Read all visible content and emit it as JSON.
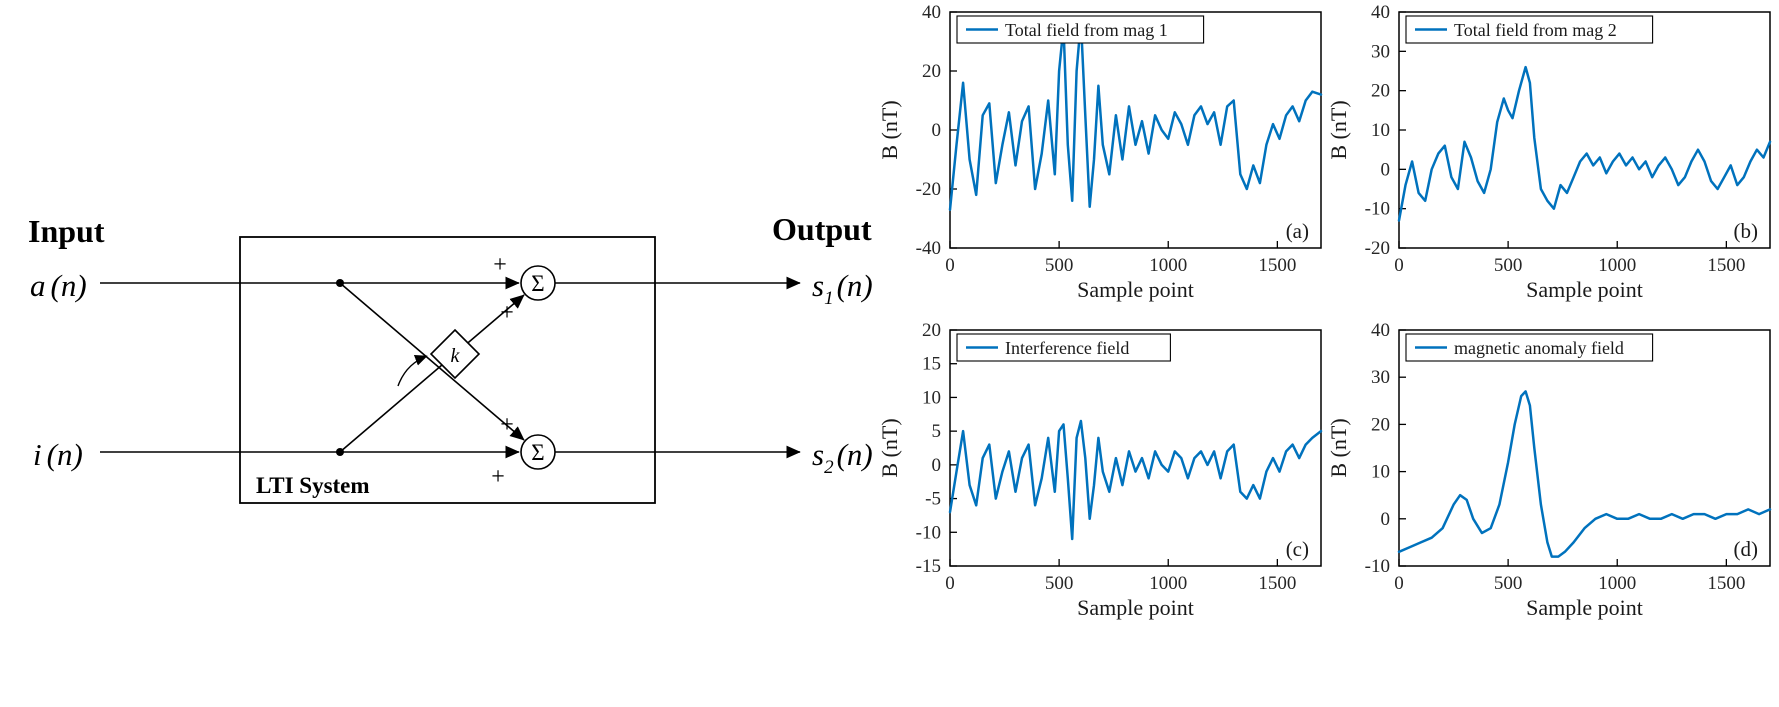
{
  "figure": {
    "background": "#ffffff"
  },
  "diagram": {
    "input_label": "Input",
    "output_label": "Output",
    "box_label": "LTI System",
    "gain_label": "k",
    "sum_symbol": "Σ",
    "plus_sign": "+",
    "inputs": [
      {
        "name": "a",
        "paren": "(n)"
      },
      {
        "name": "i",
        "paren": "(n)"
      }
    ],
    "outputs": [
      {
        "base": "s",
        "sub": "1",
        "paren": "(n)"
      },
      {
        "base": "s",
        "sub": "2",
        "paren": "(n)"
      }
    ]
  },
  "chart_style": {
    "line_color": "#0072BD",
    "axis_color": "#000000",
    "tick_label_color": "#262626"
  },
  "chart_data": [
    {
      "id": "a",
      "type": "line",
      "legend": "Total field from mag 1",
      "corner_label": "(a)",
      "xlabel": "Sample point",
      "ylabel": "B (nT)",
      "xlim": [
        0,
        1700
      ],
      "ylim": [
        -40,
        40
      ],
      "xticks": [
        0,
        500,
        1000,
        1500
      ],
      "yticks": [
        -40,
        -20,
        0,
        20,
        40
      ],
      "x": [
        0,
        30,
        60,
        90,
        120,
        150,
        180,
        210,
        240,
        270,
        300,
        330,
        360,
        390,
        420,
        450,
        480,
        500,
        520,
        540,
        560,
        580,
        600,
        620,
        640,
        660,
        680,
        700,
        730,
        760,
        790,
        820,
        850,
        880,
        910,
        940,
        970,
        1000,
        1030,
        1060,
        1090,
        1120,
        1150,
        1180,
        1210,
        1240,
        1270,
        1300,
        1330,
        1360,
        1390,
        1420,
        1450,
        1480,
        1510,
        1540,
        1570,
        1600,
        1630,
        1660,
        1700
      ],
      "y": [
        -27,
        -5,
        16,
        -10,
        -22,
        5,
        9,
        -18,
        -5,
        6,
        -12,
        3,
        8,
        -20,
        -8,
        10,
        -15,
        20,
        35,
        -5,
        -24,
        20,
        37,
        5,
        -26,
        -10,
        15,
        -5,
        -15,
        5,
        -10,
        8,
        -5,
        3,
        -8,
        5,
        0,
        -3,
        6,
        2,
        -5,
        5,
        8,
        2,
        6,
        -5,
        8,
        10,
        -15,
        -20,
        -12,
        -18,
        -5,
        2,
        -3,
        5,
        8,
        3,
        10,
        13,
        12
      ]
    },
    {
      "id": "b",
      "type": "line",
      "legend": "Total field from mag 2",
      "corner_label": "(b)",
      "xlabel": "Sample point",
      "ylabel": "B (nT)",
      "xlim": [
        0,
        1700
      ],
      "ylim": [
        -20,
        40
      ],
      "xticks": [
        0,
        500,
        1000,
        1500
      ],
      "yticks": [
        -20,
        -10,
        0,
        10,
        20,
        30,
        40
      ],
      "x": [
        0,
        30,
        60,
        90,
        120,
        150,
        180,
        210,
        240,
        270,
        300,
        330,
        360,
        390,
        420,
        450,
        480,
        500,
        520,
        550,
        580,
        600,
        620,
        650,
        680,
        710,
        740,
        770,
        800,
        830,
        860,
        890,
        920,
        950,
        980,
        1010,
        1040,
        1070,
        1100,
        1130,
        1160,
        1190,
        1220,
        1250,
        1280,
        1310,
        1340,
        1370,
        1400,
        1430,
        1460,
        1490,
        1520,
        1550,
        1580,
        1610,
        1640,
        1670,
        1700
      ],
      "y": [
        -13,
        -4,
        2,
        -6,
        -8,
        0,
        4,
        6,
        -2,
        -5,
        7,
        3,
        -3,
        -6,
        0,
        12,
        18,
        15,
        13,
        20,
        26,
        22,
        8,
        -5,
        -8,
        -10,
        -4,
        -6,
        -2,
        2,
        4,
        1,
        3,
        -1,
        2,
        4,
        1,
        3,
        0,
        2,
        -2,
        1,
        3,
        0,
        -4,
        -2,
        2,
        5,
        2,
        -3,
        -5,
        -2,
        1,
        -4,
        -2,
        2,
        5,
        3,
        7
      ]
    },
    {
      "id": "c",
      "type": "line",
      "legend": "Interference field",
      "corner_label": "(c)",
      "xlabel": "Sample point",
      "ylabel": "B (nT)",
      "xlim": [
        0,
        1700
      ],
      "ylim": [
        -15,
        20
      ],
      "xticks": [
        0,
        500,
        1000,
        1500
      ],
      "yticks": [
        -15,
        -10,
        -5,
        0,
        5,
        10,
        15,
        20
      ],
      "x": [
        0,
        30,
        60,
        90,
        120,
        150,
        180,
        210,
        240,
        270,
        300,
        330,
        360,
        390,
        420,
        450,
        480,
        500,
        520,
        540,
        560,
        580,
        600,
        620,
        640,
        660,
        680,
        700,
        730,
        760,
        790,
        820,
        850,
        880,
        910,
        940,
        970,
        1000,
        1030,
        1060,
        1090,
        1120,
        1150,
        1180,
        1210,
        1240,
        1270,
        1300,
        1330,
        1360,
        1390,
        1420,
        1450,
        1480,
        1510,
        1540,
        1570,
        1600,
        1630,
        1660,
        1700
      ],
      "y": [
        -7,
        -1,
        5,
        -3,
        -6,
        1,
        3,
        -5,
        -1,
        2,
        -4,
        1,
        3,
        -6,
        -2,
        4,
        -4,
        5,
        6,
        -2,
        -11,
        4,
        6.5,
        1,
        -8,
        -3,
        4,
        -1,
        -4,
        1,
        -3,
        2,
        -1,
        1,
        -2,
        2,
        0,
        -1,
        2,
        1,
        -2,
        1,
        2,
        0,
        2,
        -2,
        2,
        3,
        -4,
        -5,
        -3,
        -5,
        -1,
        1,
        -1,
        2,
        3,
        1,
        3,
        4,
        5
      ]
    },
    {
      "id": "d",
      "type": "line",
      "legend": "magnetic anomaly field",
      "corner_label": "(d)",
      "xlabel": "Sample point",
      "ylabel": "B (nT)",
      "xlim": [
        0,
        1700
      ],
      "ylim": [
        -10,
        40
      ],
      "xticks": [
        0,
        500,
        1000,
        1500
      ],
      "yticks": [
        -10,
        0,
        10,
        20,
        30,
        40
      ],
      "x": [
        0,
        50,
        100,
        150,
        200,
        250,
        280,
        310,
        340,
        380,
        420,
        460,
        500,
        530,
        560,
        580,
        600,
        620,
        650,
        680,
        700,
        730,
        760,
        800,
        850,
        900,
        950,
        1000,
        1050,
        1100,
        1150,
        1200,
        1250,
        1300,
        1350,
        1400,
        1450,
        1500,
        1550,
        1600,
        1650,
        1700
      ],
      "y": [
        -7,
        -6,
        -5,
        -4,
        -2,
        3,
        5,
        4,
        0,
        -3,
        -2,
        3,
        12,
        20,
        26,
        27,
        24,
        15,
        3,
        -5,
        -8,
        -8,
        -7,
        -5,
        -2,
        0,
        1,
        0,
        0,
        1,
        0,
        0,
        1,
        0,
        1,
        1,
        0,
        1,
        1,
        2,
        1,
        2
      ]
    }
  ]
}
